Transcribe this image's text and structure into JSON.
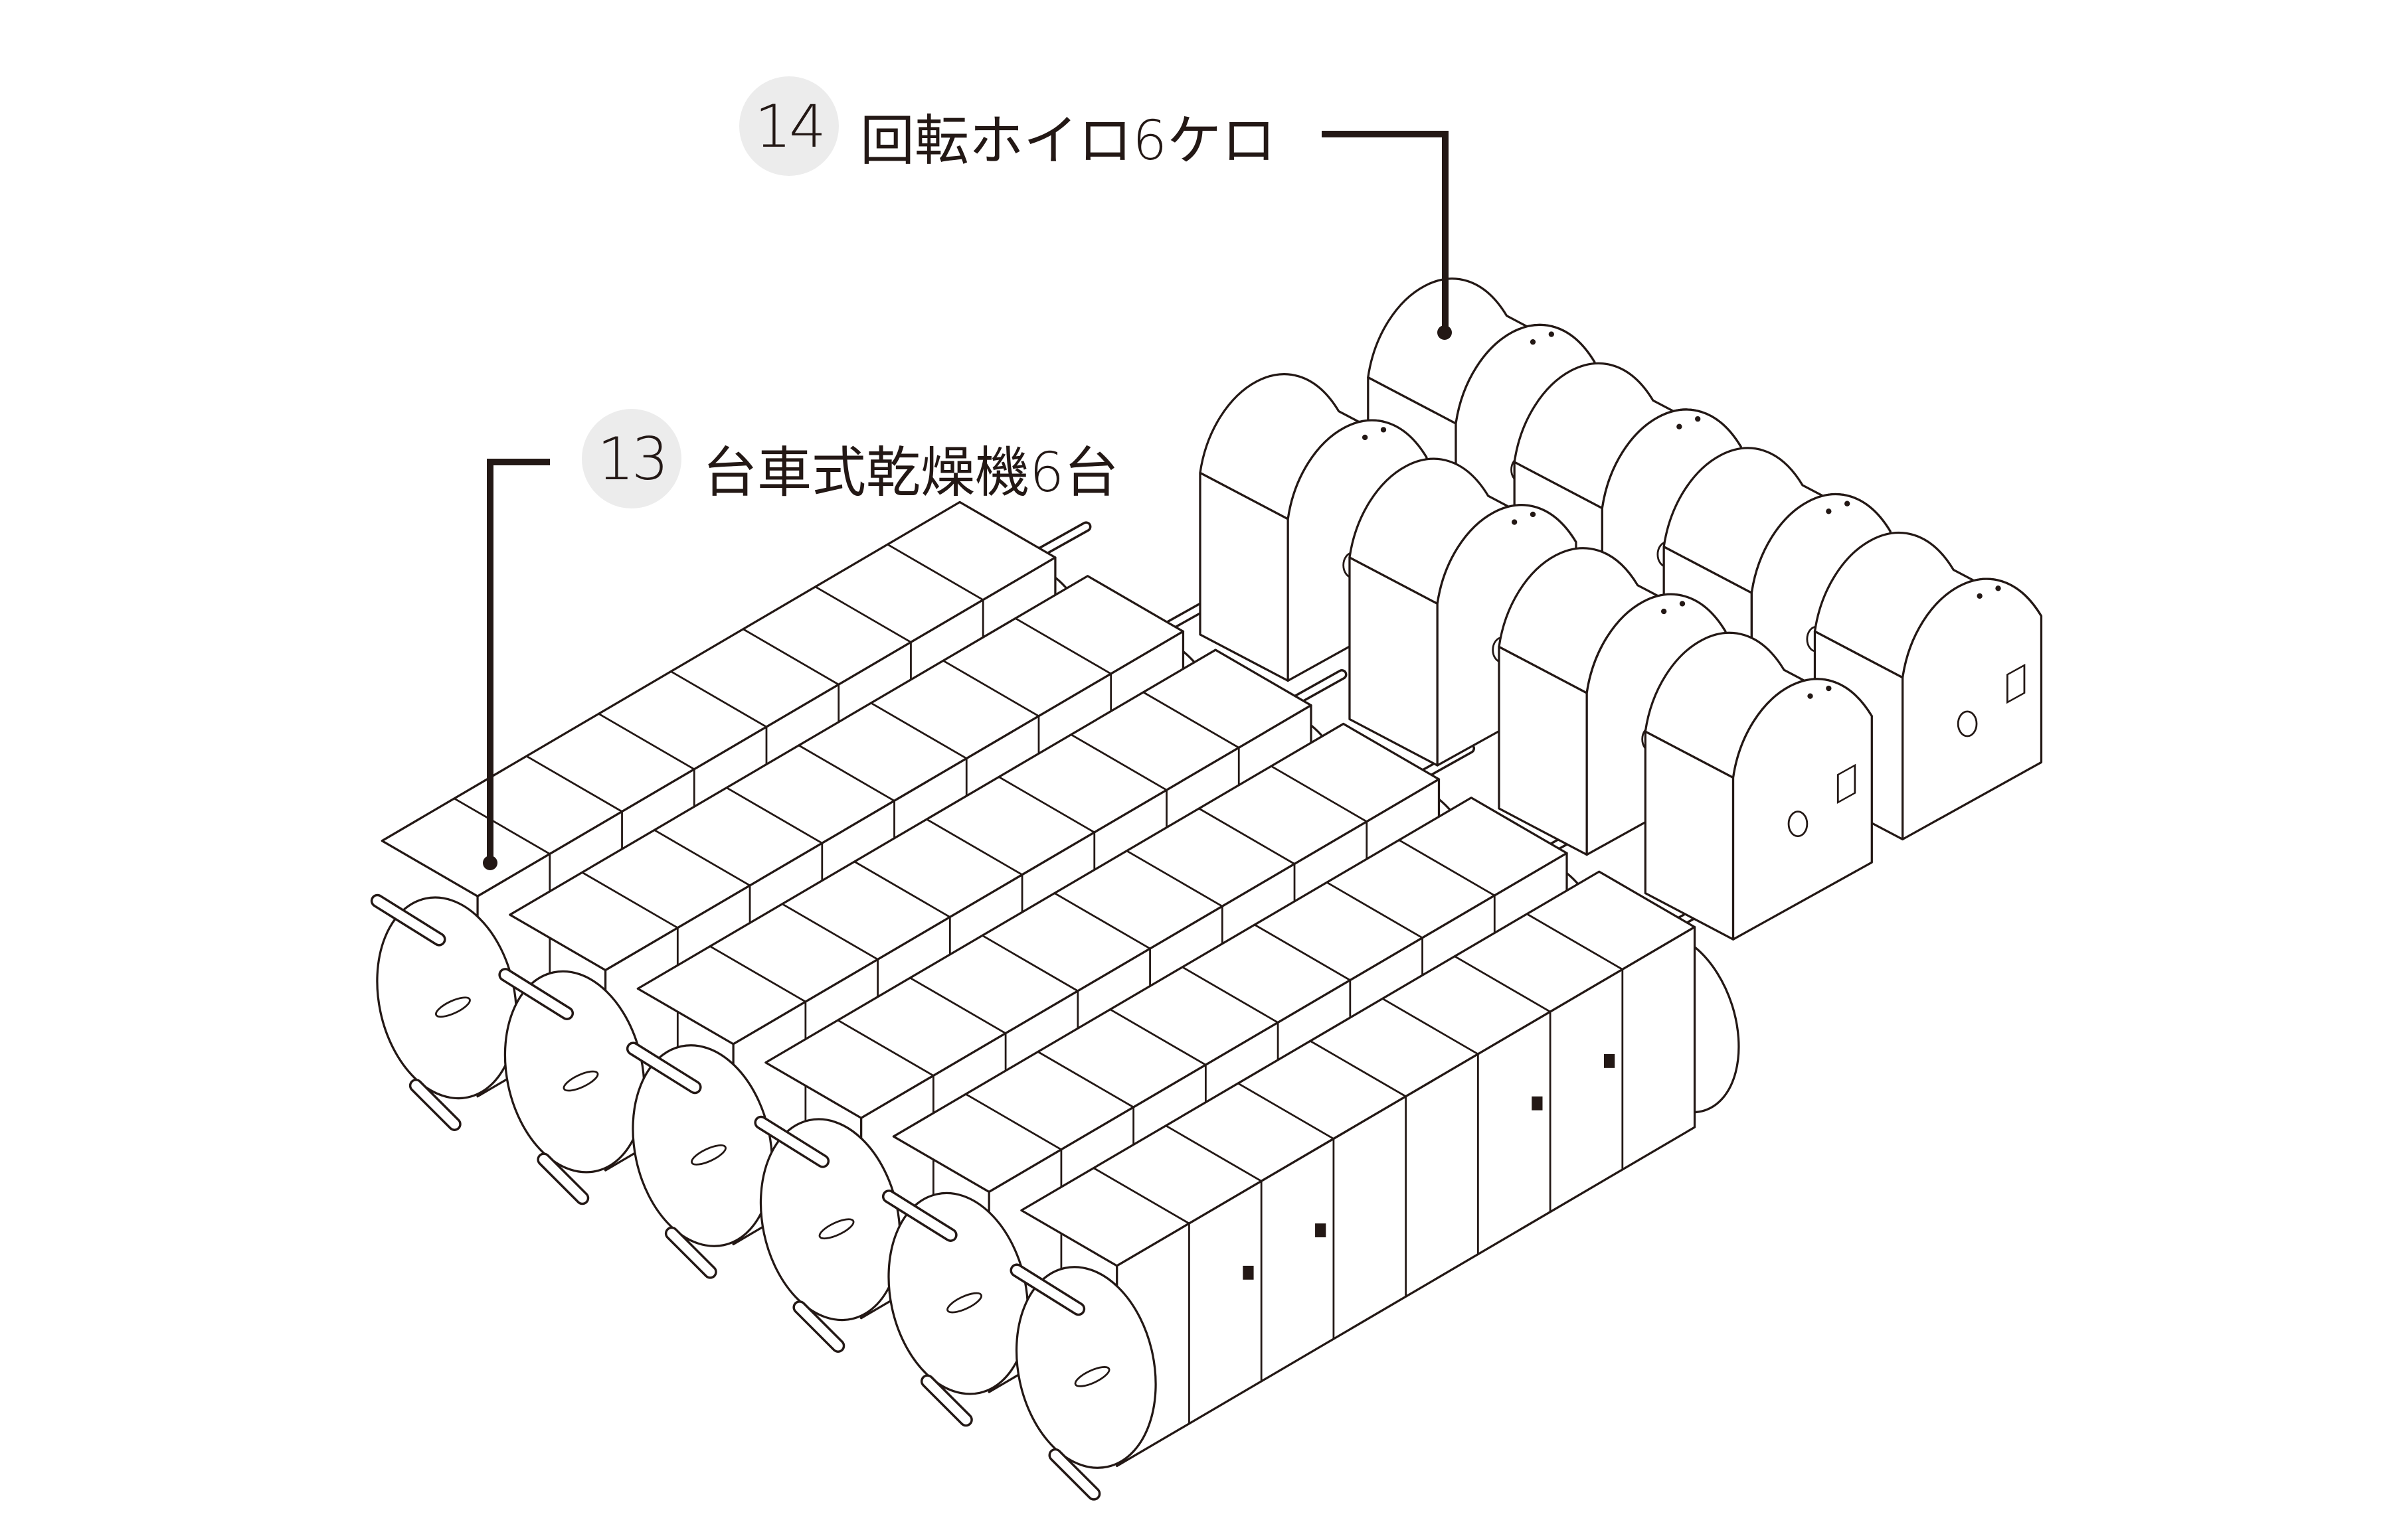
{
  "callouts": [
    {
      "number": "14",
      "text": "回転ホイロ6ケロ"
    },
    {
      "number": "13",
      "text": "台車式乾燥機6台"
    }
  ],
  "colors": {
    "line": "#231815",
    "badge": "#ececec",
    "background": "#ffffff"
  }
}
